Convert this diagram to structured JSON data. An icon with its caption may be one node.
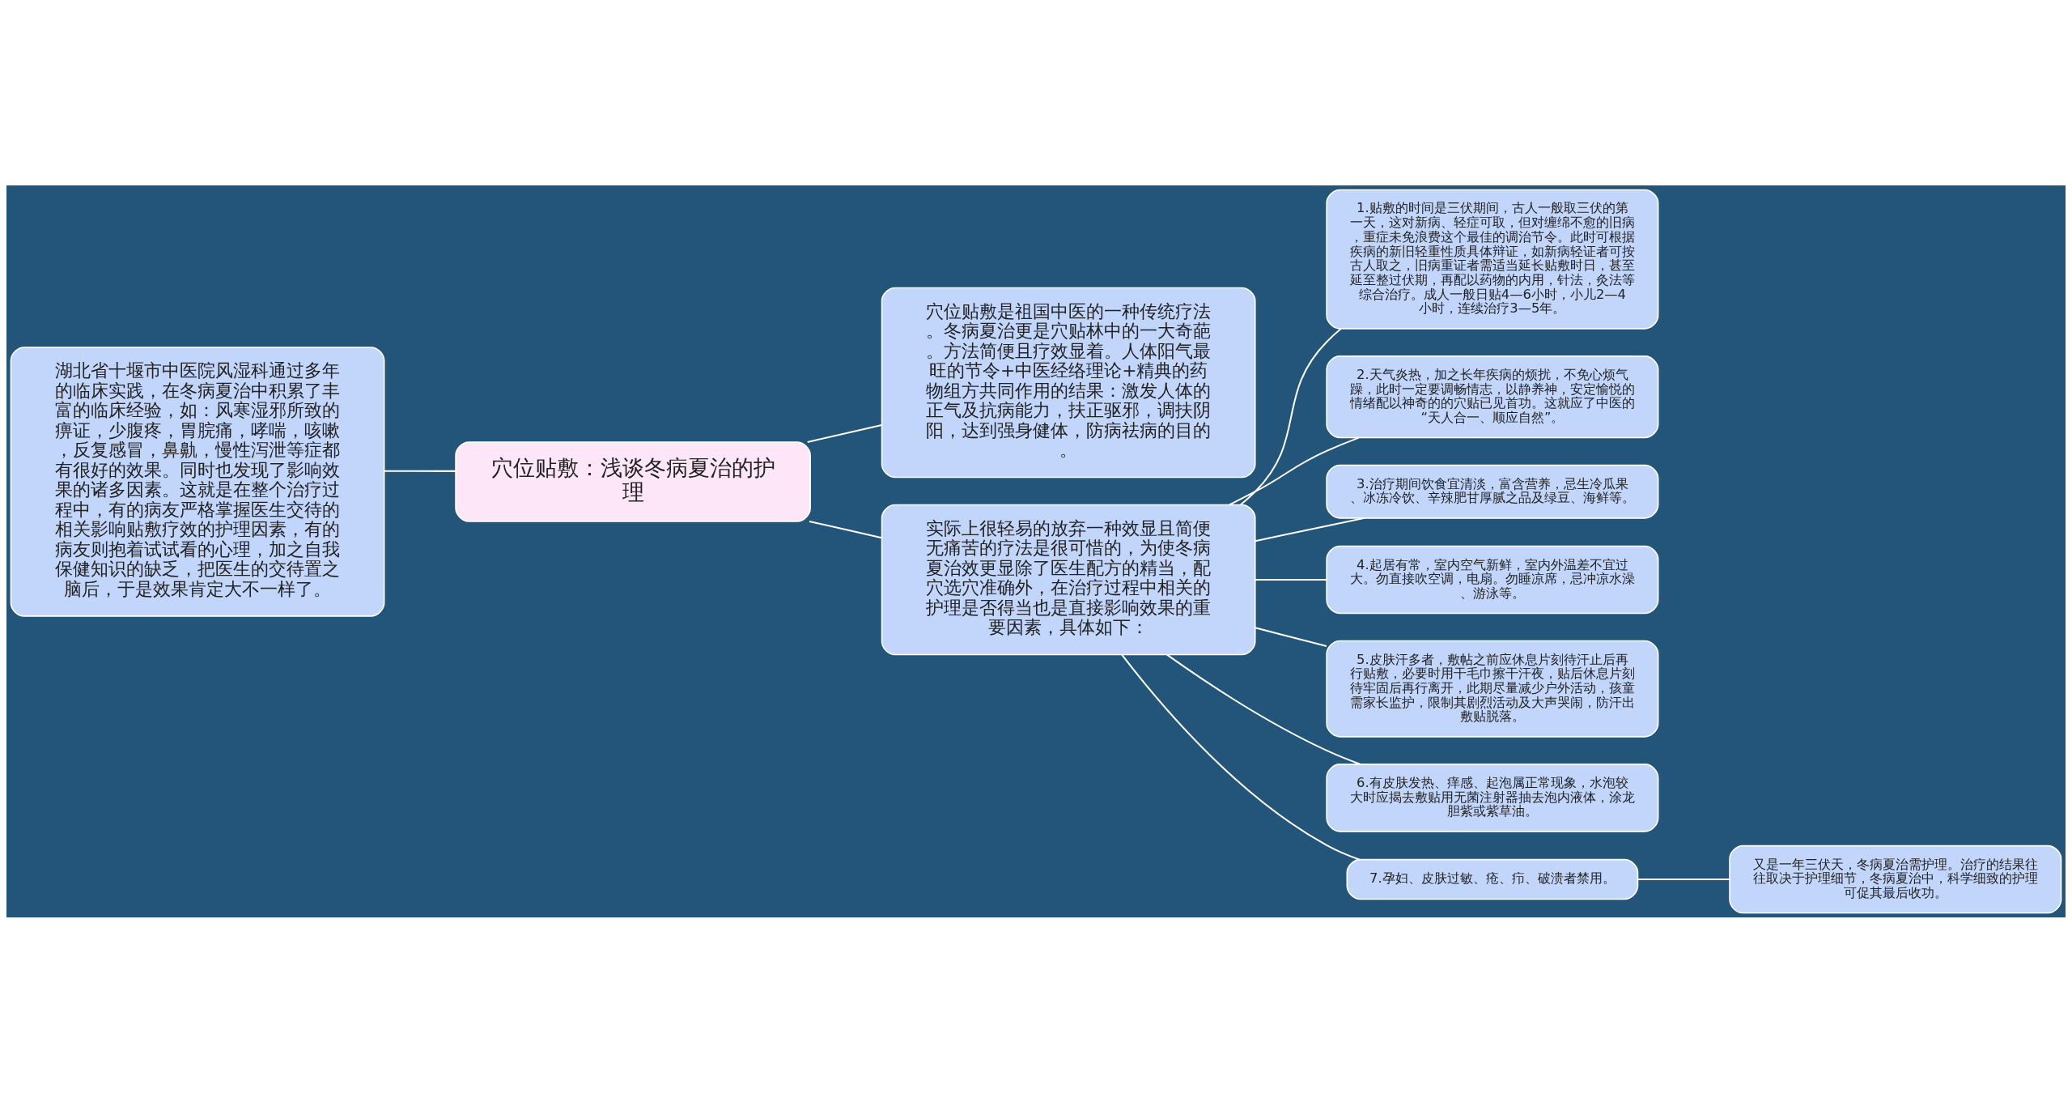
{
  "diagram": {
    "nodes": [
      {
        "text": [
          "穴位贴敷：浅谈冬病夏治的护理"
        ]
      },
      {
        "text": [
          "湖北省十堰市中医院风湿科通过多年的临床实践，在冬病夏治中积累了丰富的临床经验，如：风寒湿邪所致的痹证，少腹疼，胃脘痛，哮喘，咳嗽，反复感冒，鼻鼽，慢性泻泄等症都有很好的效果。同时也发现了影响效果的诸多因素。这就是在整个治疗过程中，有的病友严格掌握医生交待的相关影响贴敷疗效的护理因素，有的病友则抱着试试看的心理，加之自我保健知识的缺乏，把医生的交待置之脑后，于是效果肯定大不一样了。"
        ]
      },
      {
        "text": [
          "穴位贴敷是祖国中医的一种传统疗法。冬病夏治更是穴贴林中的一大奇葩。方法简便且疗效显着。人体阳气最旺的节令+中医经络理论+精典的药物组方共同作用的结果：激发人体的正气及抗病能力，扶正驱邪，调扶阴阳，达到强身健体，防病祛病的目的。"
        ]
      },
      {
        "text": [
          "实际上很轻易的放弃一种效显且简便无痛苦的疗法是很可惜的，为使冬病夏治效更显除了医生配方的精当，配穴选穴准确外，在治疗过程中相关的护理是否得当也是直接影响效果的重要因素，具体如下："
        ]
      },
      {
        "text": [
          "1.贴敷的时间是三伏期间，古人一般取三伏的第一天，这对新病、轻症可取，但对缠绵不愈的旧病，重症未免浪费这个最佳的调治节令。此时可根据疾病的新旧轻重性质具体辩证，如新病轻证者可按古人取之，旧病重证者需适当延长贴敷时日，甚至延至整过伏期，再配以药物的内用，针法，灸法等综合治疗。成人一般日贴4—6小时，小儿2—4小时，连续治疗3—5年。"
        ]
      },
      {
        "text": [
          "2.天气炎热，加之长年疾病的烦扰，不免心烦气躁，此时一定要调畅情志，以静养神，安定愉悦的情绪配以神奇的的穴贴已见首功。这就应了中医的“天人合一、顺应自然”。"
        ]
      },
      {
        "text": [
          "3.治疗期间饮食宜清淡，富含营养，忌生冷瓜果、冰冻冷饮、辛辣肥甘厚腻之品及绿豆、海鲜等。"
        ]
      },
      {
        "text": [
          "4.起居有常，室内空气新鲜，室内外温差不宜过大。勿直接吹空调，电扇。勿睡凉席，忌冲凉水澡、游泳等。"
        ]
      },
      {
        "text": [
          "5.皮肤汗多者，敷帖之前应休息片刻待汗止后再行贴敷，必要时用干毛巾擦干汗夜，贴后休息片刻待牢固后再行离开，此期尽量减少户外活动，孩童需家长监护，限制其剧烈活动及大声哭闹，防汗出敷贴脱落。"
        ]
      },
      {
        "text": [
          "6.有皮肤发热、痒感、起泡属正常现象，水泡较大时应揭去敷贴用无菌注射器抽去泡内液体，涂龙胆紫或紫草油。"
        ]
      },
      {
        "text": [
          "7.孕妇、皮肤过敏、疮、疖、破溃者禁用。"
        ]
      },
      {
        "text": [
          "又是一年三伏天，冬病夏治需护理。治疗的结果往往取决于护理细节，冬病夏治中，科学细致的护理可促其最后收功。"
        ]
      }
    ],
    "edges": [
      {
        "from": 0,
        "to": 1,
        "arrow": "none"
      },
      {
        "from": 0,
        "to": 2,
        "arrow": "none"
      },
      {
        "from": 0,
        "to": 3,
        "arrow": "none"
      },
      {
        "from": 3,
        "to": 4,
        "arrow": "none"
      },
      {
        "from": 3,
        "to": 5,
        "arrow": "none"
      },
      {
        "from": 3,
        "to": 6,
        "arrow": "none"
      },
      {
        "from": 3,
        "to": 7,
        "arrow": "none"
      },
      {
        "from": 3,
        "to": 8,
        "arrow": "none"
      },
      {
        "from": 3,
        "to": 9,
        "arrow": "none"
      },
      {
        "from": 3,
        "to": 10,
        "arrow": "none"
      },
      {
        "from": 10,
        "to": 11,
        "arrow": "none"
      }
    ]
  }
}
